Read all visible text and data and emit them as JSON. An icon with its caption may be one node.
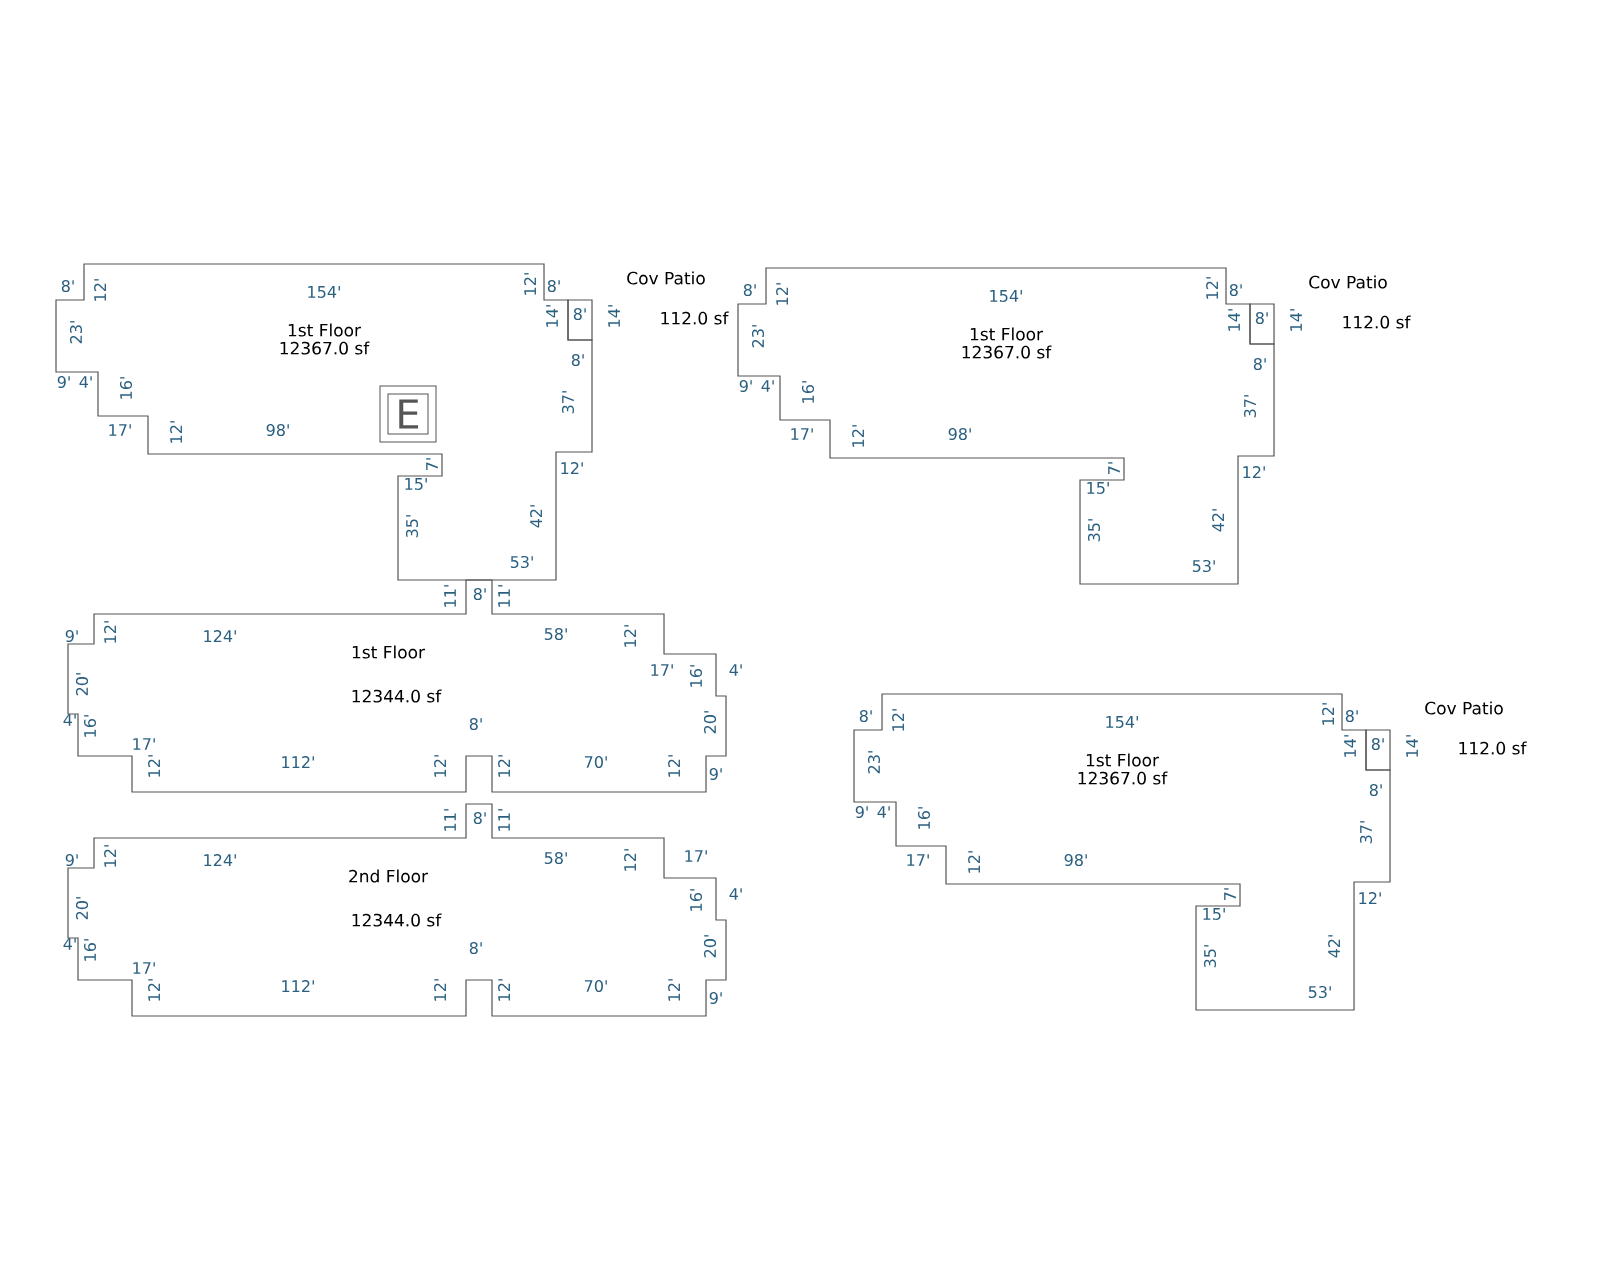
{
  "diagram": {
    "nodes": [
      {
        "text": [
          "1st Floor",
          "12367.0 sf"
        ]
      },
      {
        "text": [
          "Cov Patio",
          "112.0 sf"
        ]
      },
      {
        "text": [
          "1st Floor",
          "12367.0 sf"
        ]
      },
      {
        "text": [
          "Cov Patio",
          "112.0 sf"
        ]
      },
      {
        "text": [
          "1st Floor",
          "12344.0 sf"
        ]
      },
      {
        "text": [
          "2nd Floor",
          "12344.0 sf"
        ]
      },
      {
        "text": [
          "1st Floor",
          "12367.0 sf"
        ]
      },
      {
        "text": [
          "Cov Patio",
          "112.0 sf"
        ]
      }
    ],
    "labels": [
      "8'",
      "12'",
      "154'",
      "12'",
      "8'",
      "14'",
      "8'",
      "14'",
      "23'",
      "9'",
      "4'",
      "16'",
      "17'",
      "12'",
      "98'",
      "8'",
      "37'",
      "7'",
      "15'",
      "12'",
      "35'",
      "42'",
      "53'",
      "E",
      "8'",
      "12'",
      "154'",
      "12'",
      "8'",
      "14'",
      "8'",
      "14'",
      "23'",
      "9'",
      "4'",
      "16'",
      "17'",
      "12'",
      "98'",
      "8'",
      "37'",
      "7'",
      "15'",
      "12'",
      "35'",
      "42'",
      "53'",
      "11'",
      "8'",
      "11'",
      "9'",
      "12'",
      "124'",
      "58'",
      "12'",
      "17'",
      "16'",
      "4'",
      "20'",
      "4'",
      "16'",
      "8'",
      "20'",
      "17'",
      "12'",
      "112'",
      "12'",
      "12'",
      "70'",
      "12'",
      "9'",
      "11'",
      "8'",
      "11'",
      "9'",
      "12'",
      "124'",
      "58'",
      "12'",
      "17'",
      "16'",
      "4'",
      "20'",
      "4'",
      "16'",
      "8'",
      "20'",
      "17'",
      "12'",
      "112'",
      "12'",
      "12'",
      "70'",
      "12'",
      "9'",
      "8'",
      "12'",
      "154'",
      "12'",
      "8'",
      "14'",
      "8'",
      "14'",
      "23'",
      "9'",
      "4'",
      "16'",
      "17'",
      "12'",
      "98'",
      "8'",
      "37'",
      "7'",
      "15'",
      "12'",
      "35'",
      "42'",
      "53'"
    ]
  }
}
